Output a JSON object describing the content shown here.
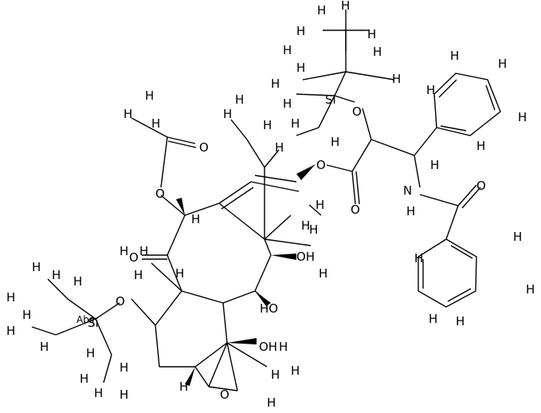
{
  "structure": {
    "atom_labels": {
      "H": "H",
      "O": "O",
      "N": "N",
      "Si": "Si",
      "OH": "OH",
      "HO": "HO",
      "Abs": "Abs"
    }
  }
}
